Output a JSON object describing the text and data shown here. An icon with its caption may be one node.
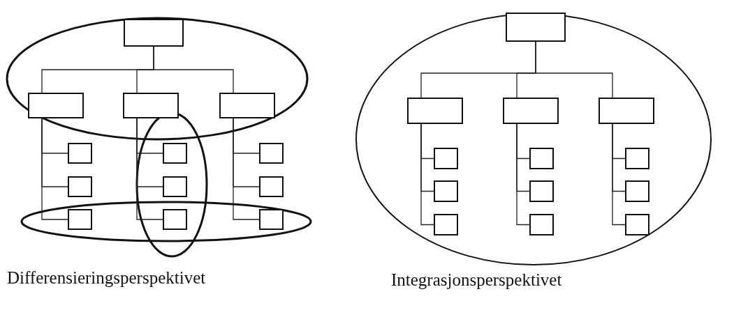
{
  "diagram": {
    "nodes": [
      {
        "text": [],
        "shape": "box"
      },
      {
        "text": [],
        "shape": "box"
      },
      {
        "text": [],
        "shape": "box"
      },
      {
        "text": [],
        "shape": "box"
      },
      {
        "text": [],
        "shape": "box"
      },
      {
        "text": [],
        "shape": "box"
      },
      {
        "text": [],
        "shape": "box"
      },
      {
        "text": [],
        "shape": "box"
      },
      {
        "text": [],
        "shape": "box"
      },
      {
        "text": [],
        "shape": "box"
      },
      {
        "text": [],
        "shape": "box"
      },
      {
        "text": [],
        "shape": "box"
      },
      {
        "text": [],
        "shape": "box"
      },
      {
        "text": [],
        "shape": "box"
      },
      {
        "text": [],
        "shape": "box"
      },
      {
        "text": [],
        "shape": "box"
      },
      {
        "text": [],
        "shape": "box"
      },
      {
        "text": [],
        "shape": "box"
      },
      {
        "text": [],
        "shape": "box"
      },
      {
        "text": [],
        "shape": "box"
      },
      {
        "text": [],
        "shape": "box"
      },
      {
        "text": [],
        "shape": "box"
      },
      {
        "text": [],
        "shape": "box"
      },
      {
        "text": [],
        "shape": "box"
      },
      {
        "text": [],
        "shape": "box"
      },
      {
        "text": [],
        "shape": "box"
      }
    ],
    "edges": [
      {
        "from": 0,
        "to": 1,
        "arrow": "none"
      },
      {
        "from": 0,
        "to": 2,
        "arrow": "none"
      },
      {
        "from": 0,
        "to": 3,
        "arrow": "none"
      },
      {
        "from": 1,
        "to": 4,
        "arrow": "none"
      },
      {
        "from": 1,
        "to": 5,
        "arrow": "none"
      },
      {
        "from": 1,
        "to": 6,
        "arrow": "none"
      },
      {
        "from": 2,
        "to": 7,
        "arrow": "none"
      },
      {
        "from": 2,
        "to": 8,
        "arrow": "none"
      },
      {
        "from": 2,
        "to": 9,
        "arrow": "none"
      },
      {
        "from": 3,
        "to": 10,
        "arrow": "none"
      },
      {
        "from": 3,
        "to": 11,
        "arrow": "none"
      },
      {
        "from": 3,
        "to": 12,
        "arrow": "none"
      },
      {
        "from": 13,
        "to": 14,
        "arrow": "none"
      },
      {
        "from": 13,
        "to": 15,
        "arrow": "none"
      },
      {
        "from": 13,
        "to": 16,
        "arrow": "none"
      },
      {
        "from": 14,
        "to": 17,
        "arrow": "none"
      },
      {
        "from": 14,
        "to": 18,
        "arrow": "none"
      },
      {
        "from": 14,
        "to": 19,
        "arrow": "none"
      },
      {
        "from": 15,
        "to": 20,
        "arrow": "none"
      },
      {
        "from": 15,
        "to": 21,
        "arrow": "none"
      },
      {
        "from": 15,
        "to": 22,
        "arrow": "none"
      },
      {
        "from": 16,
        "to": 23,
        "arrow": "none"
      },
      {
        "from": 16,
        "to": 24,
        "arrow": "none"
      },
      {
        "from": 16,
        "to": 25,
        "arrow": "none"
      }
    ],
    "labels": [
      "Differensieringsperspektivet",
      "Integrasjonsperspektivet"
    ]
  }
}
